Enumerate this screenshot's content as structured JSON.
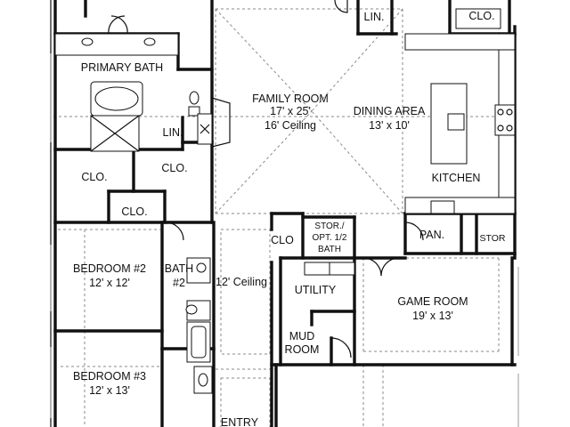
{
  "rooms": {
    "lin_top": "LIN.",
    "clo_top": "CLO.",
    "primary_bath": "PRIMARY BATH",
    "family_room": {
      "name": "FAMILY ROOM",
      "size": "17' x 25'",
      "ceiling": "16' Ceiling"
    },
    "dining_area": {
      "name": "DINING AREA",
      "size": "13' x 10'"
    },
    "lin_bath": "LIN.",
    "clo_left": "CLO.",
    "clo_mid": "CLO.",
    "kitchen": "KITCHEN",
    "clo_bottom": "CLO.",
    "clo_hall": "CLO",
    "stor_bath": {
      "line1": "STOR./",
      "line2": "OPT. 1/2",
      "line3": "BATH"
    },
    "pan": "PAN.",
    "stor_right": "STOR",
    "bedroom2": {
      "name": "BEDROOM #2",
      "size": "12' x 12'"
    },
    "bath2": {
      "line1": "BATH",
      "line2": "#2"
    },
    "hall_ceiling": "12' Ceiling",
    "utility": "UTILITY",
    "game_room": {
      "name": "GAME ROOM",
      "size": "19' x 13'"
    },
    "mud_room": {
      "line1": "MUD",
      "line2": "ROOM"
    },
    "bedroom3": {
      "name": "BEDROOM #3",
      "size": "12' x 13'"
    },
    "entry": "ENTRY"
  }
}
